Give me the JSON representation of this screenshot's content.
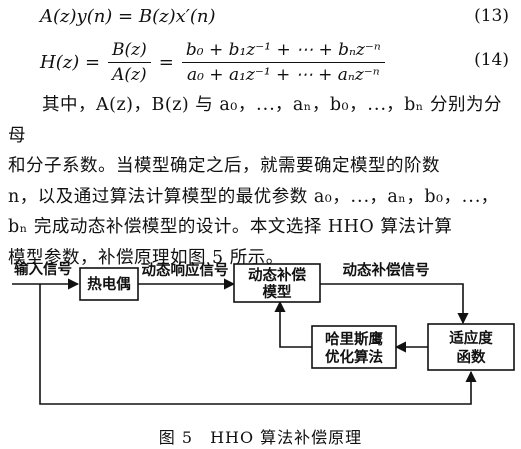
{
  "eq13": {
    "lhs": "A(z)y(n) = B(z)x′(n)",
    "number": "(13)"
  },
  "eq14": {
    "lhs": "H(z) =",
    "frac1_num": "B(z)",
    "frac1_den": "A(z)",
    "eq": "=",
    "frac2_num": "b₀ + b₁z⁻¹ + ⋯ + bₙz⁻ⁿ",
    "frac2_den": "a₀ + a₁z⁻¹ + ⋯ + aₙz⁻ⁿ",
    "number": "(14)"
  },
  "paragraph": {
    "line1": "其中，A(z)，B(z) 与 a₀，⋯，aₙ，b₀，⋯，bₙ 分别为分母",
    "line2": "和分子系数。当模型确定之后，就需要确定模型的阶数",
    "line3": "n，以及通过算法计算模型的最优参数 a₀，⋯，aₙ，b₀，⋯，",
    "line4": "bₙ 完成动态补偿模型的设计。本文选择 HHO 算法计算",
    "line5": "模型参数，补偿原理如图 5 所示。"
  },
  "diagram": {
    "input_label": "输入信号",
    "thermocouple": "热电偶",
    "dynamic_response_label": "动态响应信号",
    "compensation_model_line1": "动态补偿",
    "compensation_model_line2": "模型",
    "compensation_signal_label": "动态补偿信号",
    "hho_line1": "哈里斯鹰",
    "hho_line2": "优化算法",
    "fitness_line1": "适应度",
    "fitness_line2": "函数"
  },
  "caption": "图 5　HHO 算法补偿原理"
}
